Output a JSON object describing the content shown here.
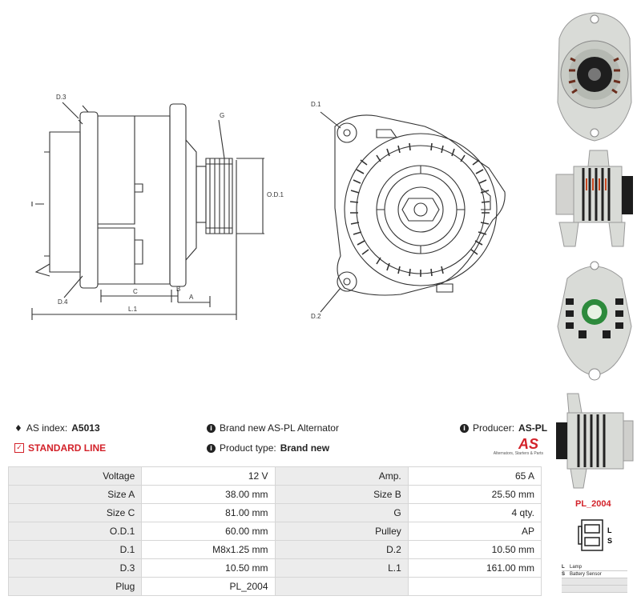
{
  "drawing_labels": {
    "d3": "D.3",
    "d4": "D.4",
    "g": "G",
    "od1": "O.D.1",
    "c": "C",
    "b": "B",
    "a": "A",
    "l1": "L.1",
    "d1": "D.1",
    "d2": "D.2"
  },
  "info": {
    "as_index_label": "AS index:",
    "as_index_value": "A5013",
    "description": "Brand new AS-PL Alternator",
    "producer_label": "Producer:",
    "producer_value": "AS-PL",
    "line": "STANDARD LINE",
    "product_type_label": "Product type:",
    "product_type_value": "Brand new"
  },
  "logo": {
    "mark": "AS",
    "tagline": "Alternators, Starters & Parts"
  },
  "specs": [
    {
      "l1": "Voltage",
      "v1": "12 V",
      "l2": "Amp.",
      "v2": "65 A"
    },
    {
      "l1": "Size A",
      "v1": "38.00 mm",
      "l2": "Size B",
      "v2": "25.50 mm"
    },
    {
      "l1": "Size C",
      "v1": "81.00 mm",
      "l2": "G",
      "v2": "4 qty."
    },
    {
      "l1": "O.D.1",
      "v1": "60.00 mm",
      "l2": "Pulley",
      "v2": "AP"
    },
    {
      "l1": "D.1",
      "v1": "M8x1.25 mm",
      "l2": "D.2",
      "v2": "10.50 mm"
    },
    {
      "l1": "D.3",
      "v1": "10.50 mm",
      "l2": "L.1",
      "v2": "161.00 mm"
    },
    {
      "l1": "Plug",
      "v1": "PL_2004",
      "l2": "",
      "v2": ""
    }
  ],
  "plug": {
    "title": "PL_2004",
    "pin_l": "L",
    "pin_s": "S",
    "legend": [
      {
        "key": "L",
        "desc": "Lamp"
      },
      {
        "key": "S",
        "desc": "Battery Sensor"
      },
      {
        "key": "",
        "desc": ""
      },
      {
        "key": "",
        "desc": ""
      }
    ]
  },
  "colors": {
    "accent": "#d3222a",
    "label_bg": "#ececec",
    "border": "#d6d6d6"
  }
}
